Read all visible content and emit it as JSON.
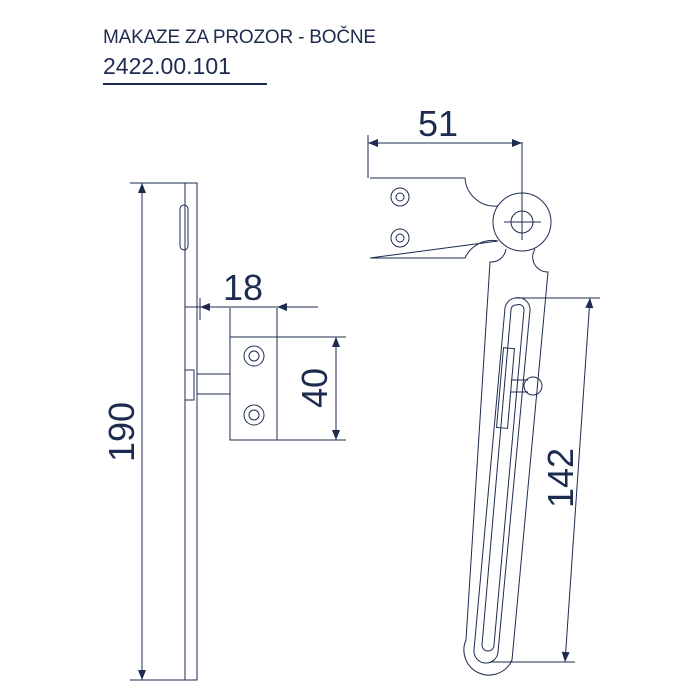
{
  "header": {
    "title": "MAKAZE ZA PROZOR - BOČNE",
    "code": "2422.00.101"
  },
  "dimensions": {
    "width_top": "51",
    "bracket_width": "18",
    "bracket_height": "40",
    "total_length": "190",
    "slot_length": "142"
  },
  "colors": {
    "line": "#1d2b4f"
  }
}
